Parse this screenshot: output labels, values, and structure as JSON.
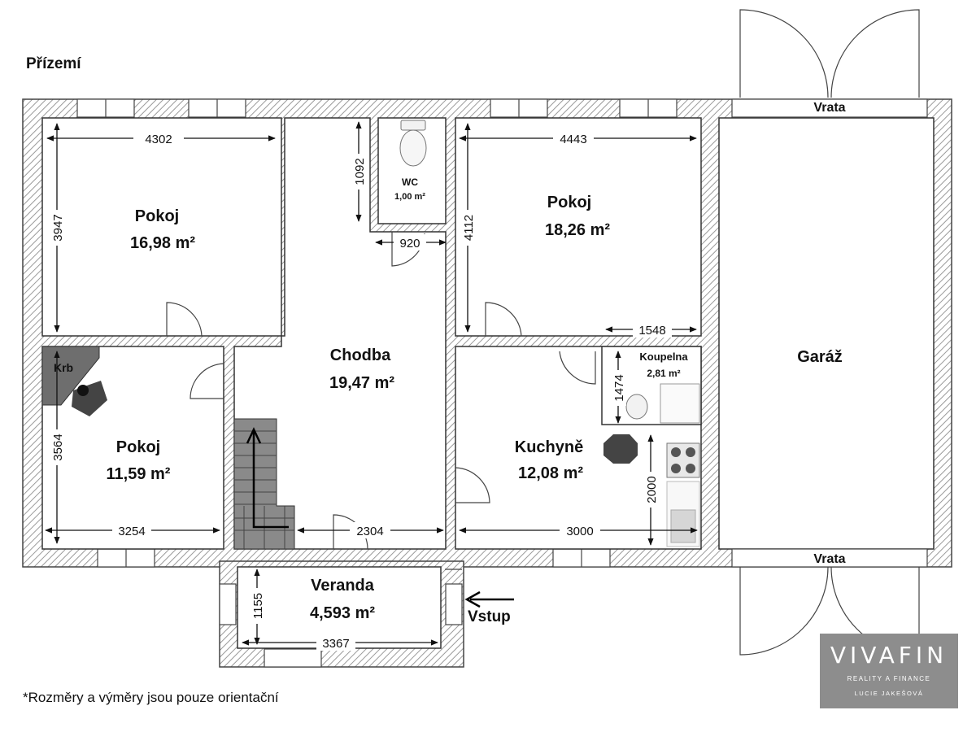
{
  "plan": {
    "title": "Přízemí",
    "rooms": [
      {
        "name": "Pokoj",
        "area": "16,98 m²"
      },
      {
        "name": "Chodba",
        "area": "19,47 m²"
      },
      {
        "name": "WC",
        "area": "1,00 m²"
      },
      {
        "name": "Pokoj",
        "area": "18,26 m²"
      },
      {
        "name": "Garáž",
        "area": ""
      },
      {
        "name": "Pokoj",
        "area": "11,59 m²"
      },
      {
        "name": "Krb",
        "area": ""
      },
      {
        "name": "Kuchyně",
        "area": "12,08 m²"
      },
      {
        "name": "Koupelna",
        "area": "2,81 m²"
      },
      {
        "name": "Veranda",
        "area": "4,593 m²"
      }
    ],
    "labels": {
      "gate_top": "Vrata",
      "gate_bottom": "Vrata",
      "entrance": "Vstup"
    },
    "dimensions": {
      "pokoj1_width": "4302",
      "pokoj1_height": "3947",
      "wc_height": "1092",
      "wc_door": "920",
      "pokoj2_width": "4443",
      "pokoj2_height": "4112",
      "pokoj2_partial": "1548",
      "pokoj3_height": "3564",
      "pokoj3_width": "3254",
      "chodba_width": "2304",
      "kuchyne_width": "3000",
      "koupelna_height": "1474",
      "kuchyne_counter": "2000",
      "veranda_height": "1155",
      "veranda_width": "3367"
    }
  },
  "footnote": "*Rozměry a výměry jsou pouze orientační",
  "logo": {
    "brand": "VIVAFIN",
    "line1": "REALITY A FINANCE",
    "line2": "LUCIE JAKEŠOVÁ"
  },
  "colors": {
    "wall_hatch": "#9a9a9a",
    "logo_bg": "#8d8d8d",
    "fireplace": "#6e6e6e"
  }
}
